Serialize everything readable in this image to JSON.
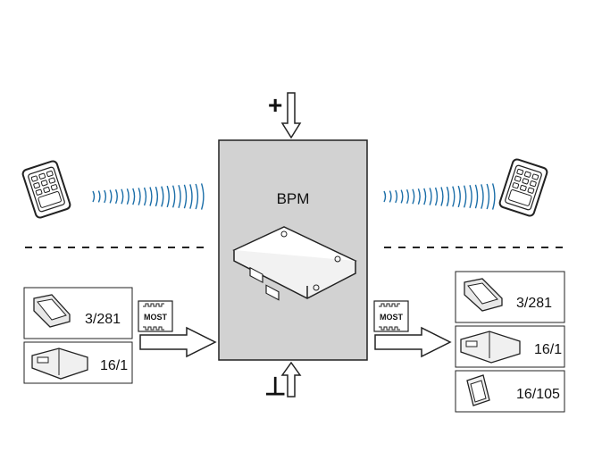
{
  "center": {
    "label": "BPM"
  },
  "power": {
    "plus_symbol": "+",
    "ground_symbol": "⊥"
  },
  "bus": {
    "left_icon_text": "MOST",
    "right_icon_text": "MOST"
  },
  "left_devices": [
    {
      "label": "3/281",
      "icon": "display-unit-icon"
    },
    {
      "label": "16/1",
      "icon": "audio-unit-icon"
    }
  ],
  "right_devices": [
    {
      "label": "3/281",
      "icon": "display-unit-icon"
    },
    {
      "label": "16/1",
      "icon": "audio-unit-icon"
    },
    {
      "label": "16/105",
      "icon": "small-module-icon"
    }
  ],
  "icons": [
    "mobile-phone-icon",
    "wireless-signal-icon",
    "bpm-module-icon",
    "arrow-icon"
  ]
}
